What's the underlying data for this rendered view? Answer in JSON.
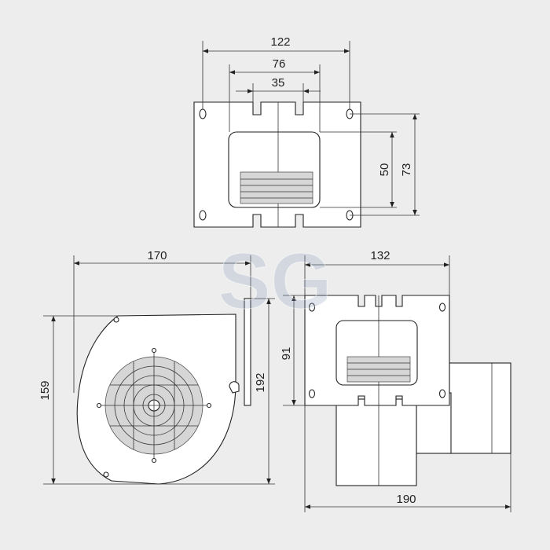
{
  "colors": {
    "background": "#ededed",
    "line": "#222222",
    "part_fill": "#ffffff",
    "grille_fill": "#d6d6d6",
    "watermark": "#8fa3bf"
  },
  "watermark": {
    "text": "SG"
  },
  "top_view": {
    "dims": {
      "width_outer": "122",
      "width_mid": "76",
      "width_inner": "35",
      "height_opening": "50",
      "height_holes": "73"
    }
  },
  "side_view": {
    "dims": {
      "depth": "170",
      "height_body": "159",
      "height_total": "192"
    }
  },
  "front_view": {
    "dims": {
      "width_flange": "132",
      "height_opening": "91",
      "width_total": "190"
    }
  }
}
